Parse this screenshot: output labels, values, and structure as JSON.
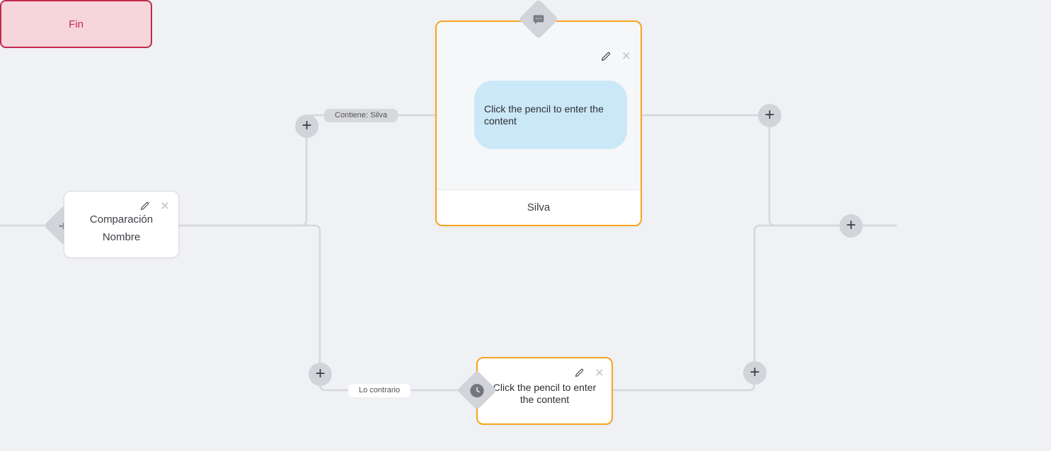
{
  "nodes": {
    "condition": {
      "title_line1": "Comparación",
      "title_line2": "Nombre"
    },
    "message": {
      "bubble_text": "Click the pencil to enter the content",
      "footer_label": "Silva"
    },
    "delay": {
      "body_text": "Click the pencil to enter the content"
    },
    "end": {
      "label": "Fin"
    }
  },
  "edge_labels": {
    "top_branch": "Contiene: Silva",
    "bottom_branch": "Lo contrario"
  },
  "icons": {
    "plus": "+",
    "close": "×"
  },
  "colors": {
    "canvas_background": "#EFF1F4",
    "accent_orange": "#F8A51E",
    "end_red": "#C2294B",
    "end_background": "#F7D6DB",
    "bubble_blue": "#CBE8F7",
    "edge_gray": "#D5D7DC",
    "port_gray": "#D2D4D9"
  }
}
